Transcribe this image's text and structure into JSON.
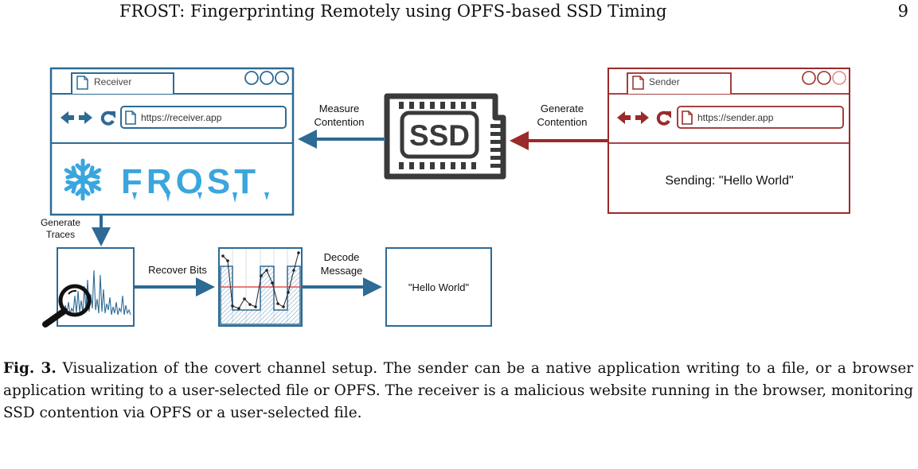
{
  "header": {
    "running_title": "FROST: Fingerprinting Remotely using OPFS-based SSD Timing",
    "page_number": "9"
  },
  "receiver": {
    "tab_label": "Receiver",
    "url": "https://receiver.app",
    "logo_text": "FROST"
  },
  "sender": {
    "tab_label": "Sender",
    "url": "https://sender.app",
    "status_text": "Sending: \"Hello World\""
  },
  "ssd": {
    "label": "SSD"
  },
  "arrows": {
    "measure_line1": "Measure",
    "measure_line2": "Contention",
    "generate_contention_line1": "Generate",
    "generate_contention_line2": "Contention",
    "generate_traces_line1": "Generate",
    "generate_traces_line2": "Traces",
    "recover_bits": "Recover Bits",
    "decode_line1": "Decode",
    "decode_line2": "Message"
  },
  "output_box": {
    "text": "\"Hello World\""
  },
  "colors": {
    "receiver_blue": "#2d6a94",
    "sender_red": "#9b2a2a",
    "ssd_dark": "#3a3a3a",
    "frost_blue": "#3aa6dd"
  },
  "caption": {
    "label": "Fig. 3.",
    "text": "Visualization of the covert channel setup. The sender can be a native application writing to a file, or a browser application writing to a user-selected file or OPFS. The receiver is a malicious website running in the browser, monitoring SSD contention via OPFS or a user-selected file."
  }
}
